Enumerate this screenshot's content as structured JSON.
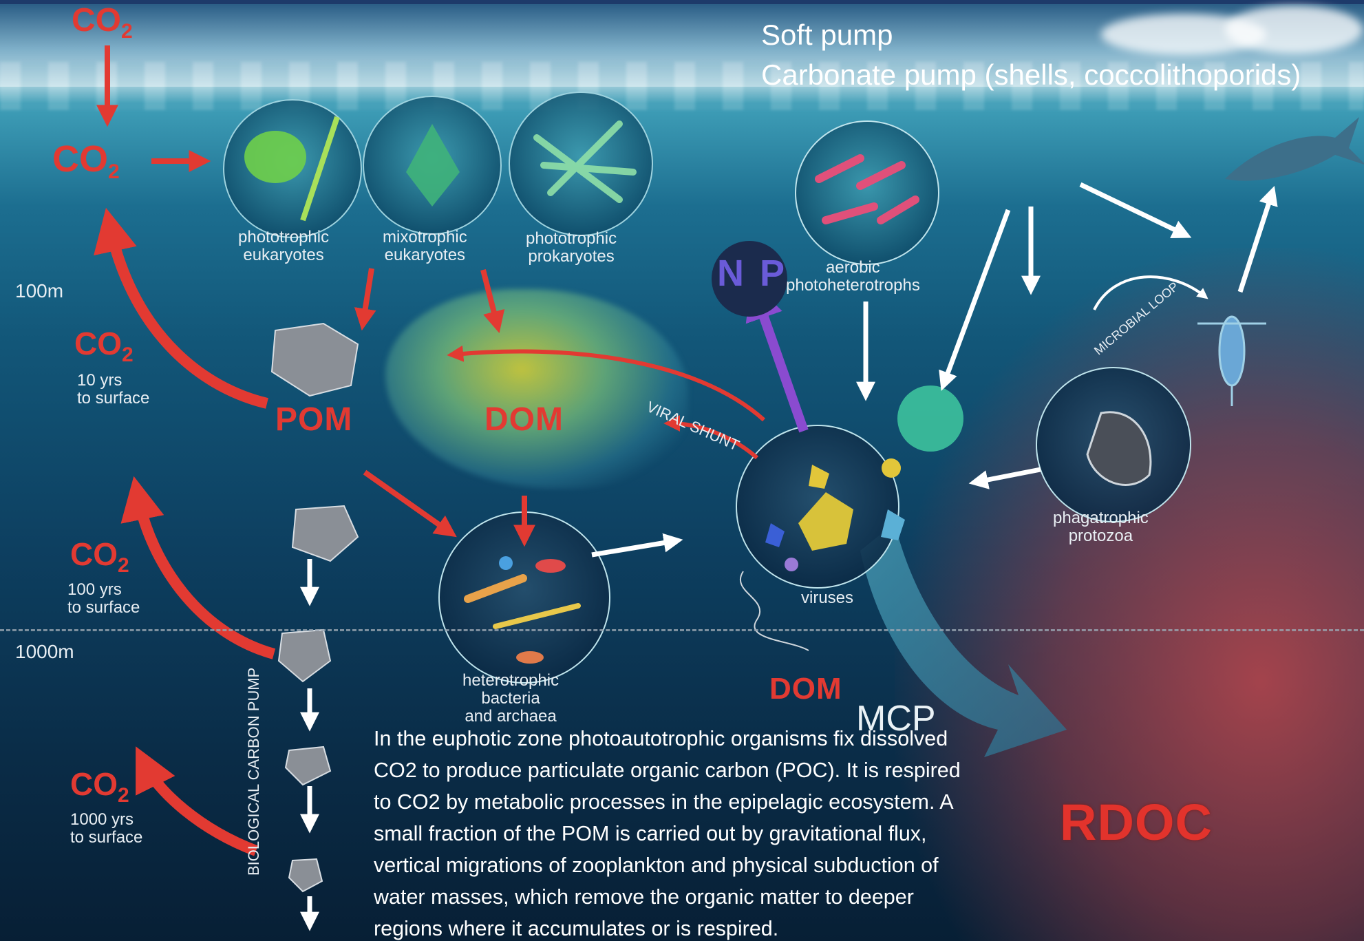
{
  "header": {
    "line1": "Soft pump",
    "line2": "Carbonate pump (shells, coccolithoporids)"
  },
  "depth_labels": {
    "d100": "100m",
    "d1000": "1000m"
  },
  "co2_labels": {
    "co2": "CO",
    "sub": "2"
  },
  "timescales": {
    "t10_line1": "10  yrs",
    "t10_line2": "to surface",
    "t100_line1": "100 yrs",
    "t100_line2": "to surface",
    "t1000_line1": "1000 yrs",
    "t1000_line2": "to surface"
  },
  "organisms": {
    "euk_line1": "phototrophic",
    "euk_line2": "eukaryotes",
    "mixo_line1": "mixotrophic",
    "mixo_line2": "eukaryotes",
    "prok_line1": "phototrophic",
    "prok_line2": "prokaryotes",
    "aerobic_line1": "aerobic",
    "aerobic_line2": "photoheterotrophs",
    "hetero_line1": "heterotrophic",
    "hetero_line2": "bacteria",
    "hetero_line3": "and archaea",
    "viruses": "viruses",
    "phago_line1": "phagatrophic",
    "phago_line2": "protozoa"
  },
  "pools": {
    "pom": "POM",
    "dom_upper": "DOM",
    "dom_lower": "DOM",
    "mcp": "MCP",
    "rdoc": "RDOC",
    "np": "N P"
  },
  "curved_labels": {
    "viral_shunt": "VIRAL  SHUNT",
    "microbial_loop": "MICROBIAL LOOP",
    "biological_carbon_pump": "BIOLOGICAL CARBON PUMP"
  },
  "paragraph": {
    "l1": "In the euphotic zone photoautotrophic organisms fix dissolved",
    "l2": "CO2 to produce particulate organic carbon (POC). It is respired",
    "l3": "to CO2 by metabolic processes in the epipelagic ecosystem. A",
    "l4": "small fraction of the POM is carried out by gravitational flux,",
    "l5": "vertical migrations of zooplankton and physical subduction of",
    "l6": "water masses, which remove the organic matter to deeper",
    "l7": "regions where it accumulates or is respired."
  },
  "colors": {
    "arrow_red": "#e23a32",
    "np_purple": "#8a4bd0",
    "text_white": "#ffffff",
    "rdoc_red": "#e2332c"
  }
}
